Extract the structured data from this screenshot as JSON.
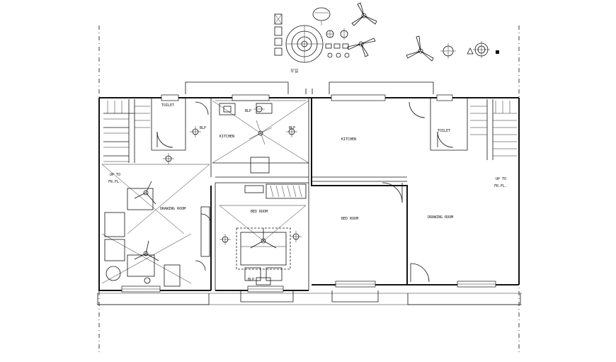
{
  "rooms": {
    "toilet_left": "TOILET",
    "toilet_right": "TOILET",
    "kitchen_left": "KITCHEN",
    "kitchen_right": "KITCHEN",
    "drawing_left": "DRAWING ROOM",
    "drawing_right": "DRAWING ROOM",
    "bed_left": "BED ROOM",
    "bed_right": "BED ROOM"
  },
  "stairs": {
    "left_line1": "UP TO",
    "left_line2": "FR.FL.",
    "right_line1": "UP TO",
    "right_line2": "FR.FL."
  },
  "fixtures": {
    "blp": "BLP",
    "legend_caption": "오일"
  }
}
